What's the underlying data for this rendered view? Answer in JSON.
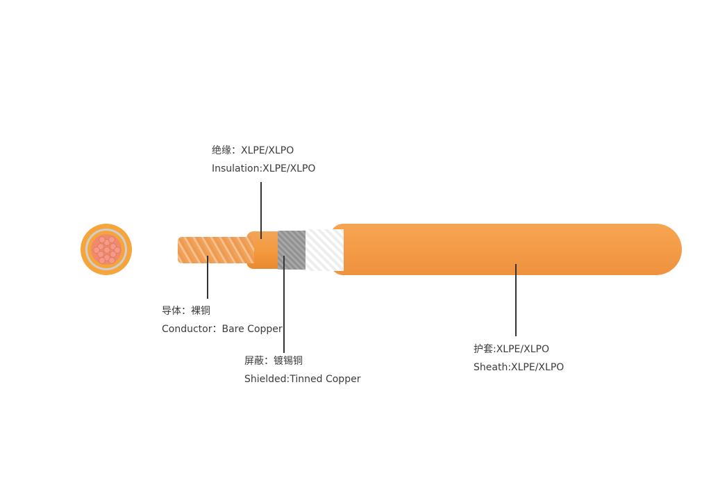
{
  "colors": {
    "sheath": "#f49b47",
    "insulation": "#f59a40",
    "conductor": "#f08a6a",
    "shield": "#c8c8c8",
    "leader": "#333333"
  },
  "labels": {
    "insulation": {
      "zh": "绝缘：XLPE/XLPO",
      "en": "Insulation:XLPE/XLPO"
    },
    "conductor": {
      "zh": "导体：裸铜",
      "en": "Conductor：Bare Copper"
    },
    "shield": {
      "zh": "屏蔽：镀锡铜",
      "en": "Shielded:Tinned Copper"
    },
    "sheath": {
      "zh": "护套:XLPE/XLPO",
      "en": "Sheath:XLPE/XLPO"
    }
  }
}
